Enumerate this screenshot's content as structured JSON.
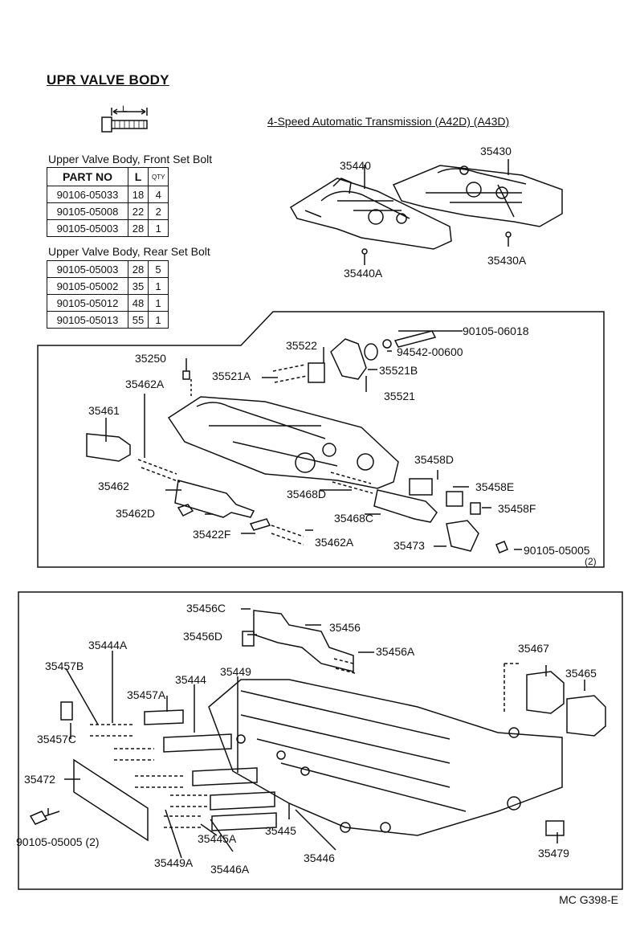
{
  "title": "UPR VALVE BODY",
  "subtitle": "4-Speed Automatic Transmission (A42D) (A43D)",
  "bolt_diagram_label": "L",
  "front_table": {
    "caption": "Upper Valve Body, Front Set Bolt",
    "headers": [
      "PART NO",
      "L",
      "QTY"
    ],
    "rows": [
      [
        "90106-05033",
        "18",
        "4"
      ],
      [
        "90105-05008",
        "22",
        "2"
      ],
      [
        "90105-05003",
        "28",
        "1"
      ]
    ]
  },
  "rear_table": {
    "caption": "Upper Valve Body, Rear Set Bolt",
    "rows": [
      [
        "90105-05003",
        "28",
        "5"
      ],
      [
        "90105-05002",
        "35",
        "1"
      ],
      [
        "90105-05012",
        "48",
        "1"
      ],
      [
        "90105-05013",
        "55",
        "1"
      ]
    ]
  },
  "callouts": {
    "c35440": "35440",
    "c35430": "35430",
    "c35440A": "35440A",
    "c35430A": "35430A",
    "c90105_06018": "90105-06018",
    "c94542_00600": "94542-00600",
    "c35522": "35522",
    "c35250": "35250",
    "c35521A": "35521A",
    "c35521B": "35521B",
    "c35462A_top": "35462A",
    "c35521": "35521",
    "c35461": "35461",
    "c35458D": "35458D",
    "c35462": "35462",
    "c35468D": "35468D",
    "c35458E": "35458E",
    "c35462D": "35462D",
    "c35468C": "35468C",
    "c35458F": "35458F",
    "c35422F": "35422F",
    "c35462A_bot": "35462A",
    "c35473": "35473",
    "c90105_05005_mid": "90105-05005",
    "c_mid_qty": "(2)",
    "c35456C": "35456C",
    "c35456": "35456",
    "c35456D": "35456D",
    "c35444A": "35444A",
    "c35456A": "35456A",
    "c35467": "35467",
    "c35457B": "35457B",
    "c35449": "35449",
    "c35465": "35465",
    "c35444": "35444",
    "c35457A": "35457A",
    "c35457C": "35457C",
    "c35472": "35472",
    "c90105_05005_bot": "90105-05005 (2)",
    "c35445": "35445",
    "c35445A": "35445A",
    "c35446": "35446",
    "c35479": "35479",
    "c35449A": "35449A",
    "c35446A": "35446A"
  },
  "doc_code": "MC G398-E"
}
